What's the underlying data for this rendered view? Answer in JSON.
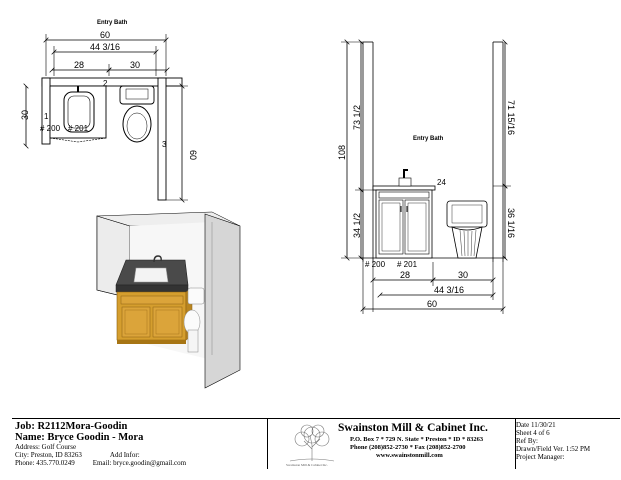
{
  "plan_view": {
    "title": "Entry Bath",
    "dim_overall": "60",
    "dim_middle": "44 3/16",
    "dim_left": "28",
    "dim_right": "30",
    "dim_side": "30",
    "dim_height": "60",
    "tag_1": "1",
    "tag_2": "2",
    "tag_3": "3",
    "label_200": "# 200",
    "label_201": "# 201"
  },
  "elevation_view": {
    "title": "Entry Bath",
    "dim_total_height": "108",
    "dim_upper_left": "73 1/2",
    "dim_lower_left": "34 1/2",
    "dim_upper_right": "71 15/16",
    "dim_lower_right": "36 1/16",
    "dim_counter_depth": "24",
    "dim_left": "28",
    "dim_right": "30",
    "dim_middle": "44 3/16",
    "dim_overall": "60",
    "label_200": "# 200",
    "label_201": "# 201"
  },
  "title_block": {
    "job_label": "Job:",
    "job": "R2112Mora-Goodin",
    "name_label": "Name:",
    "name": "Bryce Goodin - Mora",
    "address_label": "Address:",
    "address": "Golf Course",
    "city_label": "City:",
    "city": "Preston, ID 83263",
    "add_infor": "Add Infor:",
    "phone_label": "Phone:",
    "phone": "435.770.0249",
    "email_label": "Email:",
    "email": "bryce.goodin@gmail.com",
    "company": "Swainston Mill & Cabinet Inc.",
    "company_address": "P.O. Box 7 * 729 N. State * Preston * ID * 83263",
    "company_phone": "Phone (208)852-2730 * Fax (208)852-2700",
    "company_web": "www.swainstonmill.com",
    "logo_text": "Swainston Mill & Cabinet Inc.",
    "date": "Date 11/30/21",
    "sheet": "Sheet 4 of 6",
    "ref_by": "Ref By:",
    "drawn": "Drawn/Field Ver.  1:52 PM",
    "pm": "Project Manager:"
  }
}
